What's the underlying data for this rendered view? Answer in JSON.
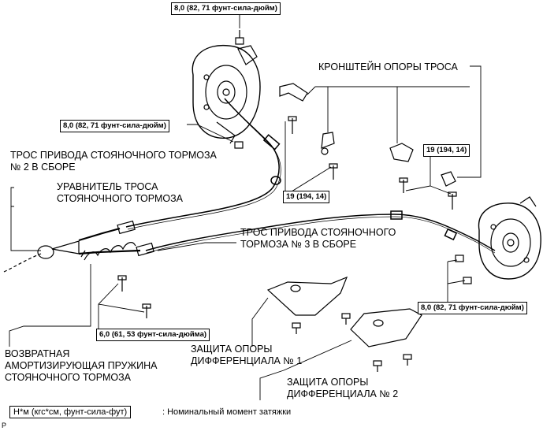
{
  "labels": {
    "bracket": "КРОНШТЕЙН ОПОРЫ ТРОСА",
    "cable2": "ТРОС ПРИВОДА СТОЯНОЧНОГО ТОРМОЗА\n№ 2 В СБОРЕ",
    "equalizer": "УРАВНИТЕЛЬ ТРОСА\nСТОЯНОЧНОГО ТОРМОЗА",
    "cable3": "ТРОС ПРИВОДА СТОЯНОЧНОГО\nТОРМОЗА № 3 В СБОРЕ",
    "spring": "ВОЗВРАТНАЯ\nАМОРТИЗИРУЮЩАЯ ПРУЖИНА\nСТОЯНОЧНОГО ТОРМОЗА",
    "diff1": "ЗАЩИТА ОПОРЫ\nДИФФЕРЕНЦИАЛА № 1",
    "diff2": "ЗАЩИТА ОПОРЫ\nДИФФЕРЕНЦИАЛА № 2"
  },
  "torque": {
    "top": "8,0 (82, 71 фунт-сила-дюйм)",
    "upper_left": "8,0 (82, 71 фунт-сила-дюйм)",
    "mid_right": "19 (194, 14)",
    "center": "19 (194, 14)",
    "lower_left": "6,0 (61, 53 фунт-сила-дюйма)",
    "lower_right": "8,0 (82, 71 фунт-сила-дюйм)"
  },
  "legend": {
    "units": "Н*м (кгс*см, фунт-сила-фут)",
    "description": ": Номинальный момент затяжки"
  },
  "corner_mark": "P"
}
